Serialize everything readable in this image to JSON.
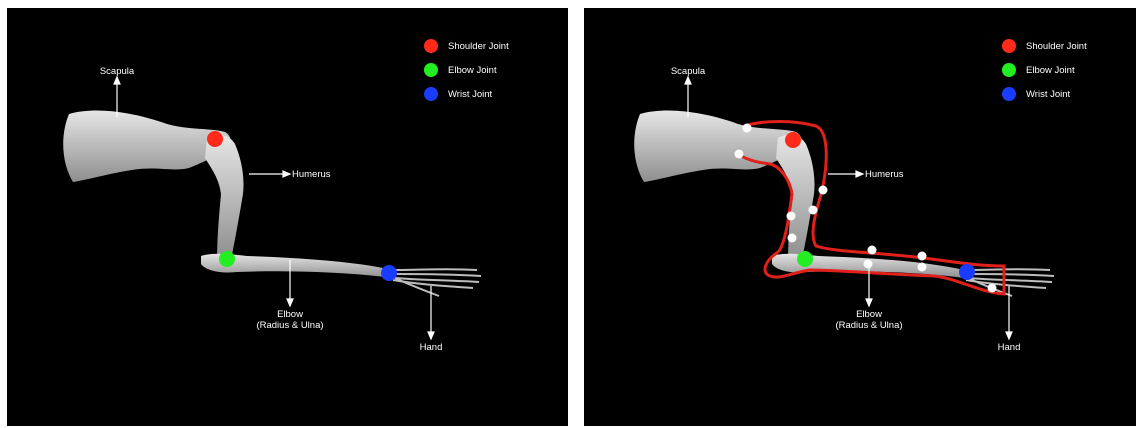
{
  "legend": [
    {
      "label": "Shoulder Joint",
      "color": "#ff2a1a"
    },
    {
      "label": "Elbow Joint",
      "color": "#22ee22"
    },
    {
      "label": "Wrist Joint",
      "color": "#1a3cff"
    }
  ],
  "labels": {
    "scapula": "Scapula",
    "humerus": "Humerus",
    "elbow_line1": "Elbow",
    "elbow_line2": "(Radius & Ulna)",
    "hand": "Hand"
  },
  "colors": {
    "background": "#000000",
    "bone": "#c8c8c8",
    "outline": "#e0201a",
    "marker": "#ffffff"
  }
}
